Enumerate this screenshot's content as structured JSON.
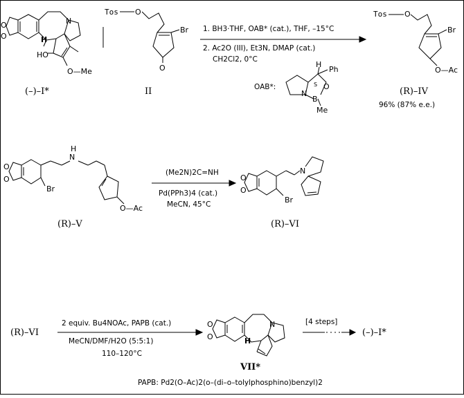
{
  "scheme_row1": {
    "compound_I_label": "(–)–I*",
    "compound_II_label": "II",
    "compound_IV_label": "(R)–IV",
    "conditions_1": "1. BH3·THF, OAB* (cat.), THF, –15°C",
    "conditions_2": "2. Ac2O (III), Et3N, DMAP (cat.)",
    "conditions_3": "CH2Cl2, 0°C",
    "catalyst_label": "OAB*:",
    "yield_text": "96% (87% e.e.)"
  },
  "scheme_row2": {
    "compound_V_label": "(R)–V",
    "compound_VI_label": "(R)–VI",
    "conditions_1": "(Me2N)2C=NH",
    "conditions_2": "Pd(PPh3)4 (cat.)",
    "conditions_3": "MeCN, 45°C"
  },
  "scheme_row3": {
    "start_label": "(R)–VI",
    "conditions_1": "2 equiv. Bu4NOAc, PAPB (cat.)",
    "conditions_2": "MeCN/DMF/H2O (5:5:1)",
    "conditions_3": "110–120°C",
    "intermediate_label": "VII*",
    "steps_label": "[4 steps]",
    "product_label": "(–)–I*",
    "footnote": "PAPB: Pd2(O–Ac)2(o–(di–o–tolylphosphino)benzyl)2"
  },
  "atoms": {
    "tos": "Tos",
    "o": "O",
    "br": "Br",
    "n": "N",
    "h": "H",
    "ho": "HO",
    "ome": "O—Me",
    "oac": "O—Ac",
    "nh_h": "H",
    "ph": "Ph",
    "me": "Me",
    "b": "B",
    "s": "S"
  }
}
